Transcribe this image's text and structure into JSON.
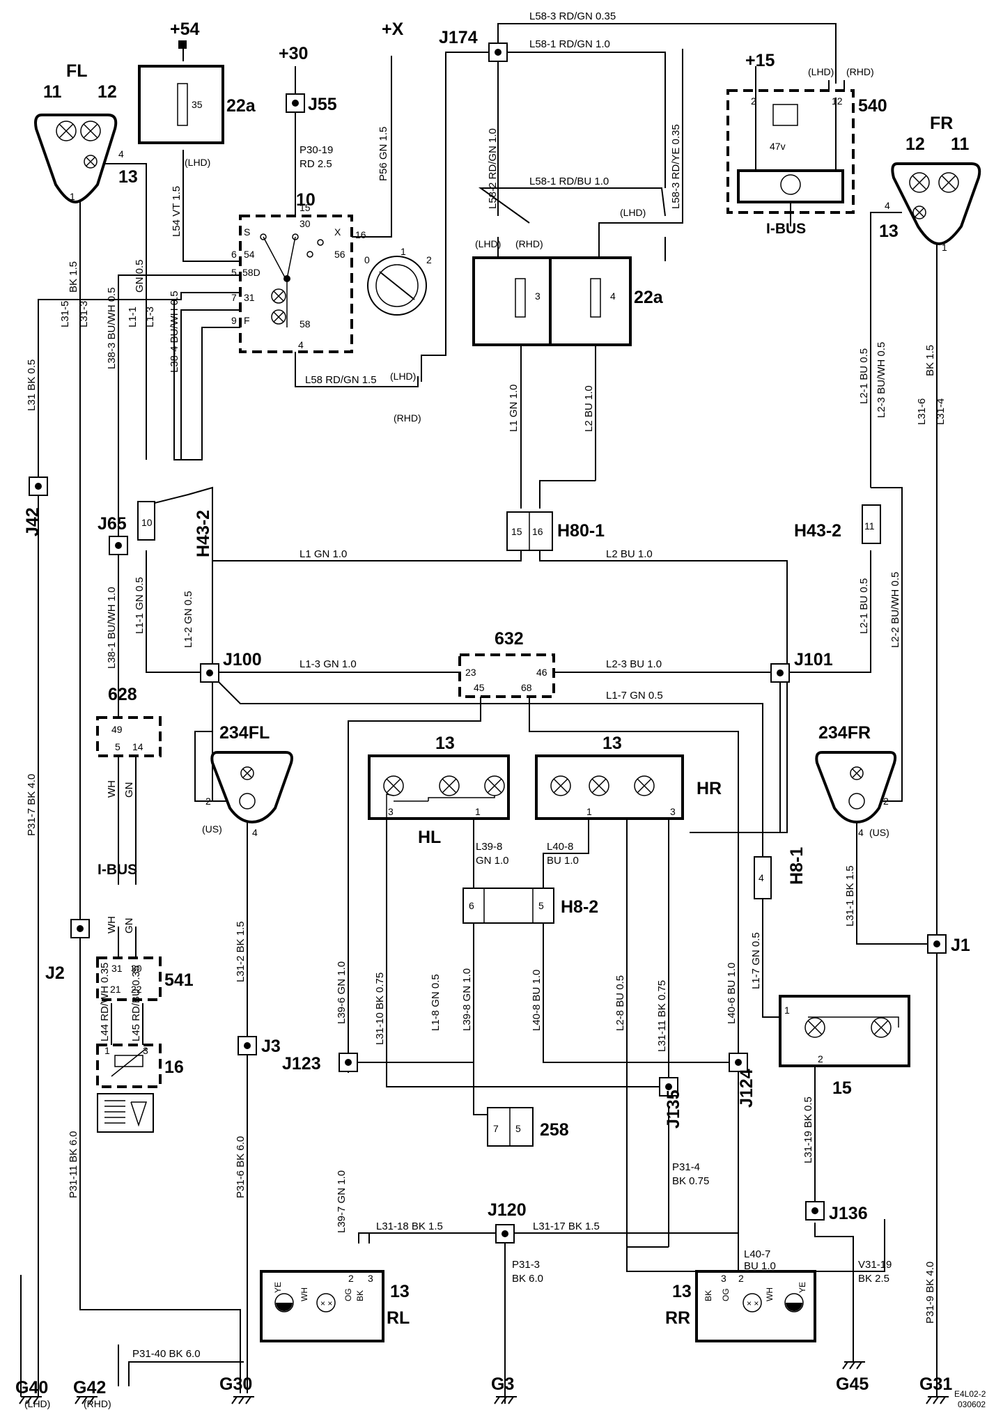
{
  "components": {
    "fl_lamp": {
      "name": "FL",
      "pins": [
        "11",
        "12",
        "4",
        "1"
      ],
      "ref": "13"
    },
    "fr_lamp": {
      "name": "FR",
      "pins": [
        "12",
        "11",
        "4",
        "1"
      ],
      "ref": "13"
    },
    "fuse_22a_top": {
      "ref": "22a",
      "fuse": "35",
      "supply": "+54",
      "note": "(LHD)"
    },
    "fuse_22a_mid": {
      "ref": "22a",
      "fuses": [
        "3",
        "4"
      ]
    },
    "switch_10": {
      "ref": "10",
      "pins_left": [
        "S",
        "6",
        "54",
        "5",
        "58D",
        "7",
        "31",
        "9",
        "F"
      ],
      "pins_right": [
        "15",
        "30",
        "X",
        "16",
        "56",
        "58",
        "4"
      ],
      "dial": [
        "0",
        "1",
        "2"
      ]
    },
    "module_540": {
      "ref": "540",
      "supply": "+15",
      "pins": [
        "2",
        "12"
      ],
      "fuse": "47v",
      "bus": "I-BUS"
    },
    "module_632": {
      "ref": "632",
      "pins": [
        "23",
        "45",
        "68",
        "46"
      ]
    },
    "module_628": {
      "ref": "628",
      "pins": [
        "49",
        "5",
        "14"
      ]
    },
    "module_541": {
      "ref": "541",
      "pins": [
        "31",
        "30",
        "21",
        "22"
      ]
    },
    "rheostat_16": {
      "ref": "16",
      "pins": [
        "1",
        "3"
      ]
    },
    "lamp_234fl": {
      "ref": "234FL",
      "pins": [
        "2",
        "4"
      ],
      "note": "(US)"
    },
    "lamp_234fr": {
      "ref": "234FR",
      "pins": [
        "2",
        "4"
      ],
      "note": "(US)"
    },
    "tail_hl": {
      "ref": "13",
      "name": "HL",
      "pins": [
        "3",
        "1"
      ]
    },
    "tail_hr": {
      "ref": "13",
      "name": "HR",
      "pins": [
        "1",
        "3"
      ]
    },
    "lamp_15": {
      "ref": "15",
      "pins": [
        "1",
        "2"
      ]
    },
    "lamp_rl": {
      "ref": "13",
      "name": "RL",
      "labels": [
        "YE",
        "WH",
        "OG",
        "BK"
      ],
      "pins": [
        "2",
        "3"
      ]
    },
    "lamp_rr": {
      "ref": "13",
      "name": "RR",
      "labels": [
        "BK",
        "OG",
        "WH",
        "YE"
      ],
      "pins": [
        "3",
        "2"
      ]
    }
  },
  "supplies": [
    "+54",
    "+30",
    "+X",
    "+15"
  ],
  "connectors": {
    "h80_1": {
      "ref": "H80-1",
      "pins": [
        "15",
        "16"
      ]
    },
    "h43_2_left": {
      "ref": "H43-2",
      "pins": [
        "10"
      ]
    },
    "h43_2_right": {
      "ref": "H43-2",
      "pins": [
        "11"
      ]
    },
    "h8_1": {
      "ref": "H8-1",
      "pins": [
        "4"
      ]
    },
    "h8_2": {
      "ref": "H8-2",
      "pins": [
        "6",
        "5"
      ]
    },
    "c258": {
      "ref": "258",
      "pins": [
        "7",
        "5"
      ]
    }
  },
  "junctions": [
    "J174",
    "J55",
    "J42",
    "J65",
    "J100",
    "J101",
    "J2",
    "J3",
    "J123",
    "J124",
    "J135",
    "J120",
    "J136",
    "J1"
  ],
  "grounds": {
    "g40": "G40",
    "g40_note": "(LHD)",
    "g42": "G42",
    "g42_note": "(RHD)",
    "g30": "G30",
    "g3": "G3",
    "g45": "G45",
    "g31": "G31"
  },
  "variants": {
    "lhd": "(LHD)",
    "rhd": "(RHD)",
    "us": "(US)",
    "ibus": "I-BUS"
  },
  "wires": {
    "l58_3_top": "L58-3  RD/GN  0.35",
    "l58_1_top": "L58-1  RD/GN  1.0",
    "l58_2": "L58-2  RD/GN  1.0",
    "l58_3_v": "L58-3  RD/YE  0.35",
    "l58_1_bu": "L58-1  RD/BU  1.0",
    "l58": "L58  RD/GN  1.5",
    "p30_19": "P30-19",
    "p30_19b": "RD  2.5",
    "p56": "P56  GN  1.5",
    "l54": "L54  VT  1.5",
    "fl_stub": "BK  1.5",
    "l31_5": "L31-5",
    "l31_3": "L31-3",
    "l38_3": "L38-3  BU/WH  0.5",
    "l1_stub": "GN  0.5",
    "l1_1a": "L1-1",
    "l1_3a": "L1-3",
    "l38_4": "L38-4  BU/WH  0.5",
    "l31": "L31  BK  0.5",
    "l1_v": "L1  GN  1.0",
    "l2_v": "L2  BU  1.0",
    "l1_h": "L1  GN  1.0",
    "l2_h": "L2  BU  1.0",
    "l2_stub_a": "L2-1  BU  0.5",
    "l2_stub_b": "L2-3  BU/WH  0.5",
    "l31_6": "L31-6",
    "l31_4": "L31-4",
    "fr_stub": "BK  1.5",
    "l38_1": "L38-1  BU/WH  1.0",
    "l1_1": "L1-1  GN  0.5",
    "l1_2": "L1-2  GN  0.5",
    "l1_3": "L1-3  GN  1.0",
    "l2_3": "L2-3  BU  1.0",
    "l1_7": "L1-7  GN  0.5",
    "l2_1": "L2-1  BU  0.5",
    "l2_2": "L2-2  BU/WH  0.5",
    "p31_7": "P31-7  BK  4.0",
    "ibus_wh": "WH",
    "ibus_gn": "GN",
    "l31_2": "L31-2  BK  1.5",
    "l39_8a": "L39-8",
    "l39_8b": "GN  1.0",
    "l40_8a": "L40-8",
    "l40_8b": "BU  1.0",
    "l31_1": "L31-1  BK  1.5",
    "l39_6": "L39-6  GN  1.0",
    "l31_10": "L31-10  BK  0.75",
    "l1_8": "L1-8  GN  0.5",
    "l39_8": "L39-8  GN  1.0",
    "l40_8": "L40-8  BU  1.0",
    "l2_8": "L2-8  BU  0.5",
    "l31_11": "L31-11  BK  0.75",
    "l40_6": "L40-6  BU  1.0",
    "l1_7v": "L1-7  GN  0.5",
    "l44": "L44  RD/WH  0.35",
    "l45": "L45  RD/BU  0.35",
    "p31_11": "P31-11  BK  6.0",
    "p31_6": "P31-6  BK  6.0",
    "l39_7": "L39-7  GN  1.0",
    "l31_18": "L31-18  BK  1.5",
    "l31_17": "L31-17  BK  1.5",
    "p31_3a": "P31-3",
    "p31_3b": "BK  6.0",
    "p31_4a": "P31-4",
    "p31_4b": "BK  0.75",
    "l31_19": "L31-19  BK  0.5",
    "l40_7a": "L40-7",
    "l40_7b": "BU  1.0",
    "v31_19a": "V31-19",
    "v31_19b": "BK  2.5",
    "p31_9": "P31-9  BK  4.0",
    "p31_40": "P31-40  BK  6.0"
  },
  "footer": {
    "code": "E4L02-2",
    "date": "030602"
  }
}
